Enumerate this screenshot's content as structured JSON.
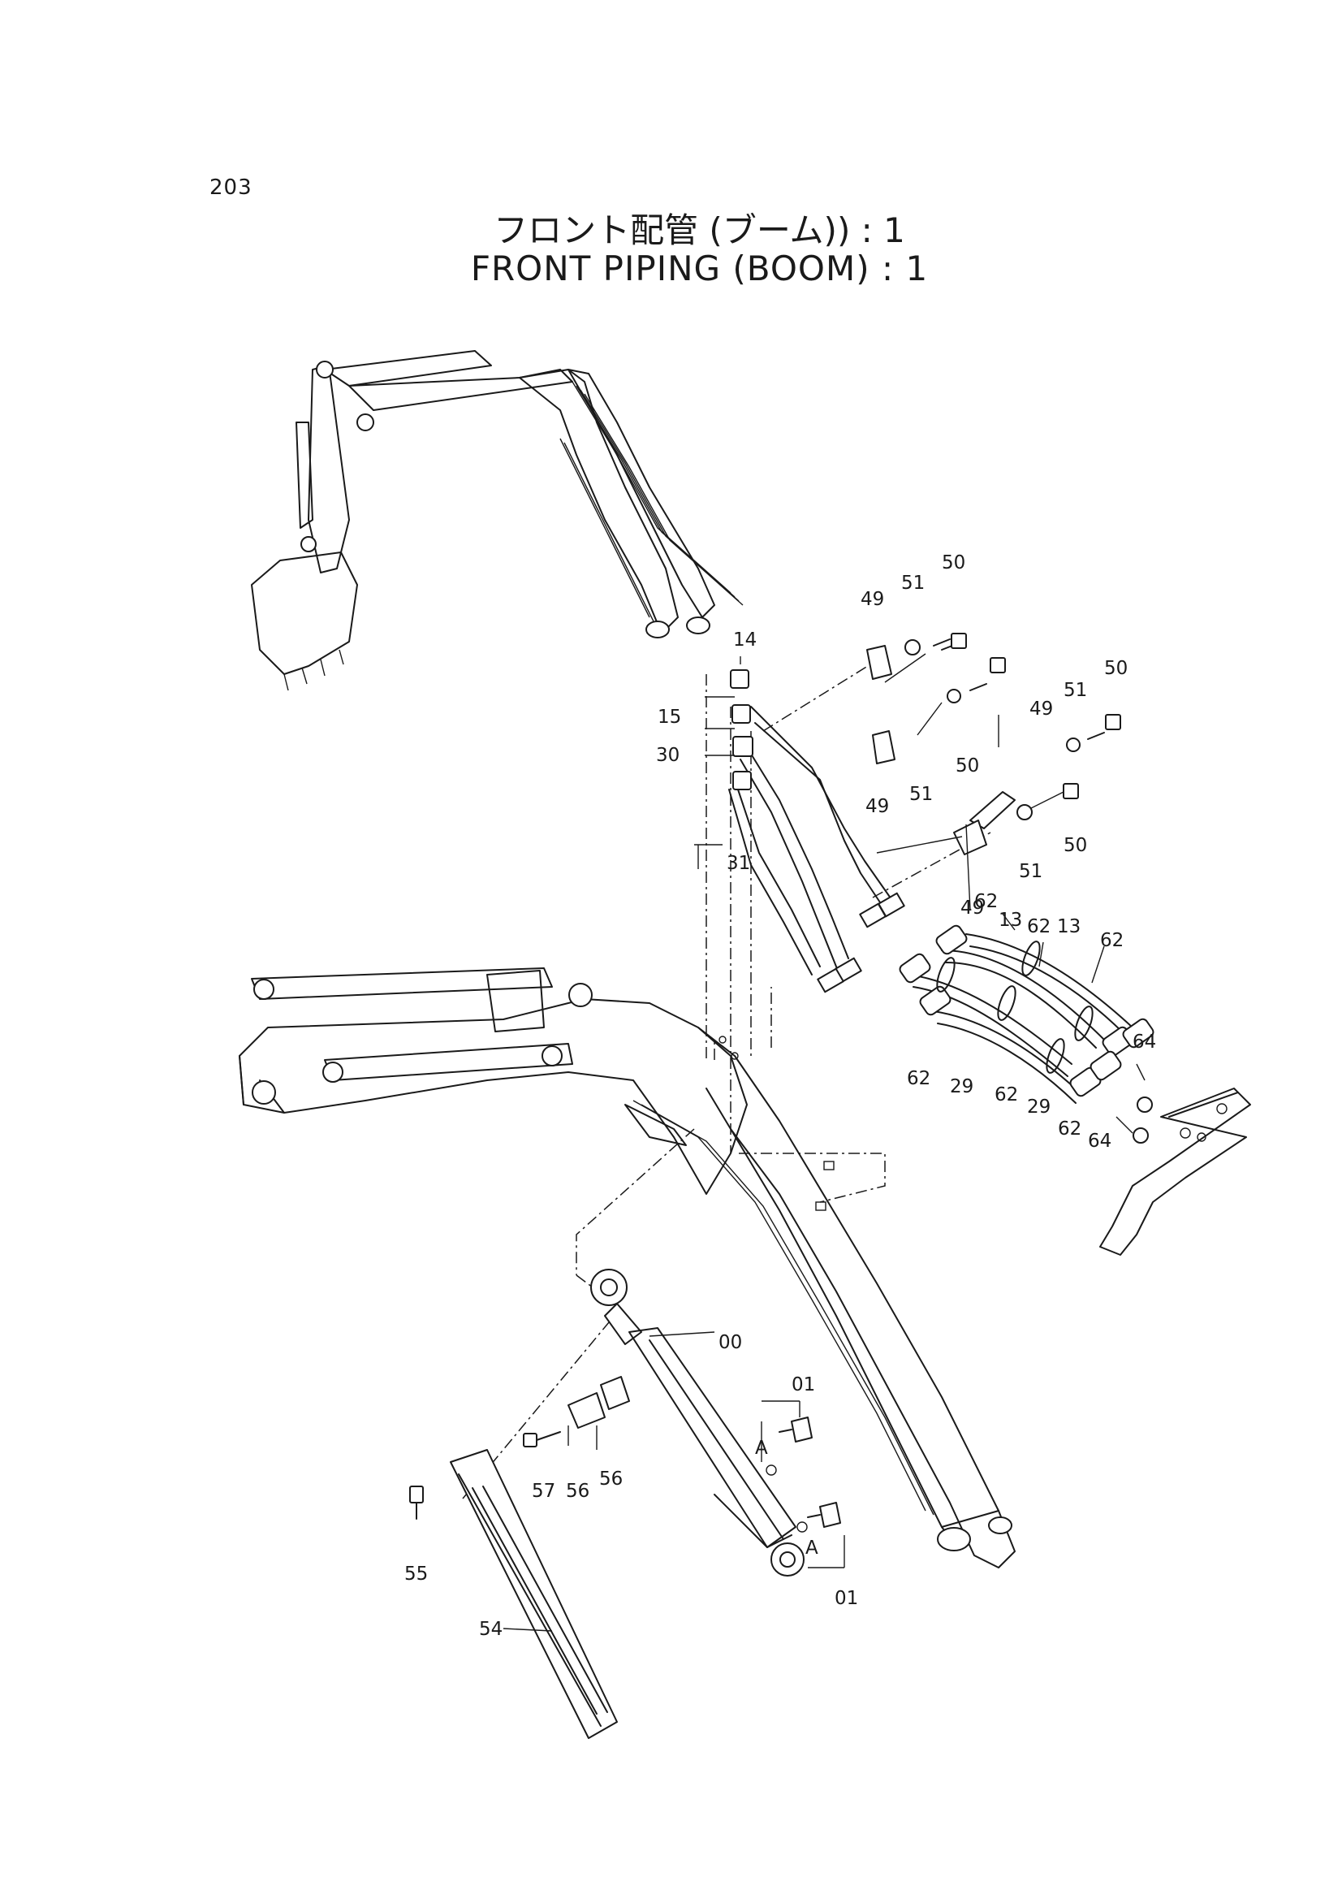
{
  "page_number": "203",
  "title_jp": "フロント配管 (ブーム)) : 1",
  "title_en": "FRONT  PIPING  (BOOM) : 1",
  "callouts": [
    {
      "id": "c14",
      "text": "14"
    },
    {
      "id": "c15",
      "text": "15"
    },
    {
      "id": "c30",
      "text": "30"
    },
    {
      "id": "c31",
      "text": "31"
    },
    {
      "id": "c49a",
      "text": "49"
    },
    {
      "id": "c51a",
      "text": "51"
    },
    {
      "id": "c50a",
      "text": "50"
    },
    {
      "id": "c49b",
      "text": "49"
    },
    {
      "id": "c51b",
      "text": "51"
    },
    {
      "id": "c50b",
      "text": "50"
    },
    {
      "id": "c49c",
      "text": "49"
    },
    {
      "id": "c51c",
      "text": "51"
    },
    {
      "id": "c50c",
      "text": "50"
    },
    {
      "id": "c51d",
      "text": "51"
    },
    {
      "id": "c50d",
      "text": "50"
    },
    {
      "id": "c49d",
      "text": "49"
    },
    {
      "id": "c62a",
      "text": "62"
    },
    {
      "id": "c13a",
      "text": "13"
    },
    {
      "id": "c62b",
      "text": "62"
    },
    {
      "id": "c13b",
      "text": "13"
    },
    {
      "id": "c62c",
      "text": "62"
    },
    {
      "id": "c64a",
      "text": "64"
    },
    {
      "id": "c62d",
      "text": "62"
    },
    {
      "id": "c29a",
      "text": "29"
    },
    {
      "id": "c62e",
      "text": "62"
    },
    {
      "id": "c29b",
      "text": "29"
    },
    {
      "id": "c62f",
      "text": "62"
    },
    {
      "id": "c64b",
      "text": "64"
    },
    {
      "id": "c00",
      "text": "00"
    },
    {
      "id": "c01a",
      "text": "01"
    },
    {
      "id": "cAa",
      "text": "A"
    },
    {
      "id": "cAb",
      "text": "A"
    },
    {
      "id": "c01b",
      "text": "01"
    },
    {
      "id": "c57",
      "text": "57"
    },
    {
      "id": "c56a",
      "text": "56"
    },
    {
      "id": "c56b",
      "text": "56"
    },
    {
      "id": "c55",
      "text": "55"
    },
    {
      "id": "c54",
      "text": "54"
    }
  ]
}
